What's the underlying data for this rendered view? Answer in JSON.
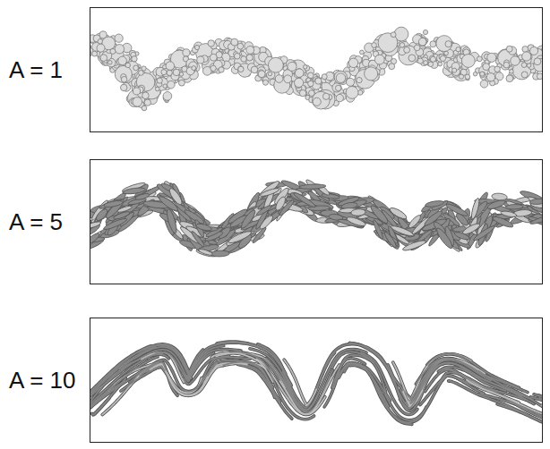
{
  "diagram": {
    "nodes": [
      {
        "text": [
          "A = 1"
        ]
      },
      {
        "text": [
          "A = 5"
        ]
      },
      {
        "text": [
          "A = 10"
        ]
      }
    ]
  }
}
